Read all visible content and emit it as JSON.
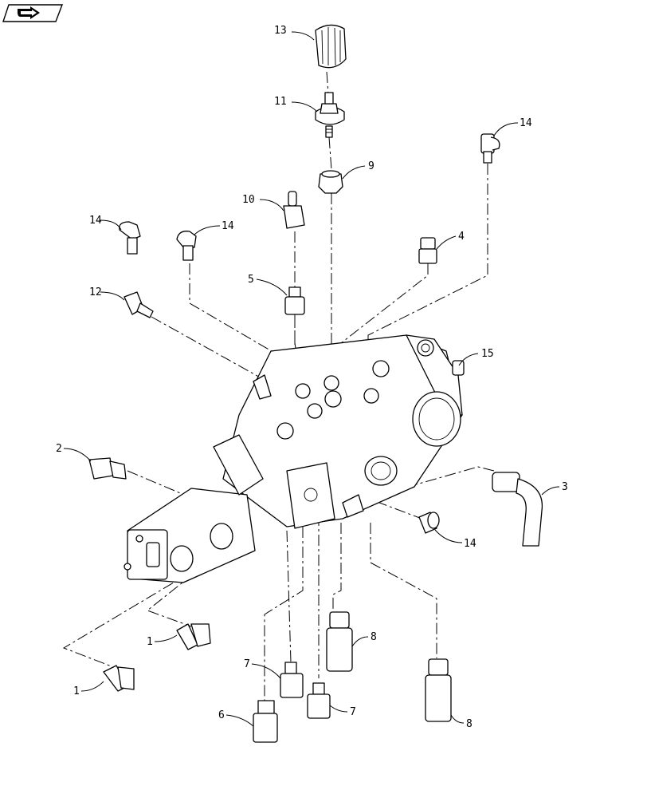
{
  "nav": {
    "icon": "next-page-arrow-icon"
  },
  "callouts": [
    {
      "id": "c13",
      "label": "13"
    },
    {
      "id": "c11",
      "label": "11"
    },
    {
      "id": "c14a",
      "label": "14"
    },
    {
      "id": "c9",
      "label": "9"
    },
    {
      "id": "c10",
      "label": "10"
    },
    {
      "id": "c14b",
      "label": "14"
    },
    {
      "id": "c14c",
      "label": "14"
    },
    {
      "id": "c4",
      "label": "4"
    },
    {
      "id": "c5",
      "label": "5"
    },
    {
      "id": "c12",
      "label": "12"
    },
    {
      "id": "c15",
      "label": "15"
    },
    {
      "id": "c2",
      "label": "2"
    },
    {
      "id": "c3",
      "label": "3"
    },
    {
      "id": "c14d",
      "label": "14"
    },
    {
      "id": "c1a",
      "label": "1"
    },
    {
      "id": "c8a",
      "label": "8"
    },
    {
      "id": "c1b",
      "label": "1"
    },
    {
      "id": "c7a",
      "label": "7"
    },
    {
      "id": "c7b",
      "label": "7"
    },
    {
      "id": "c6",
      "label": "6"
    },
    {
      "id": "c8b",
      "label": "8"
    }
  ]
}
